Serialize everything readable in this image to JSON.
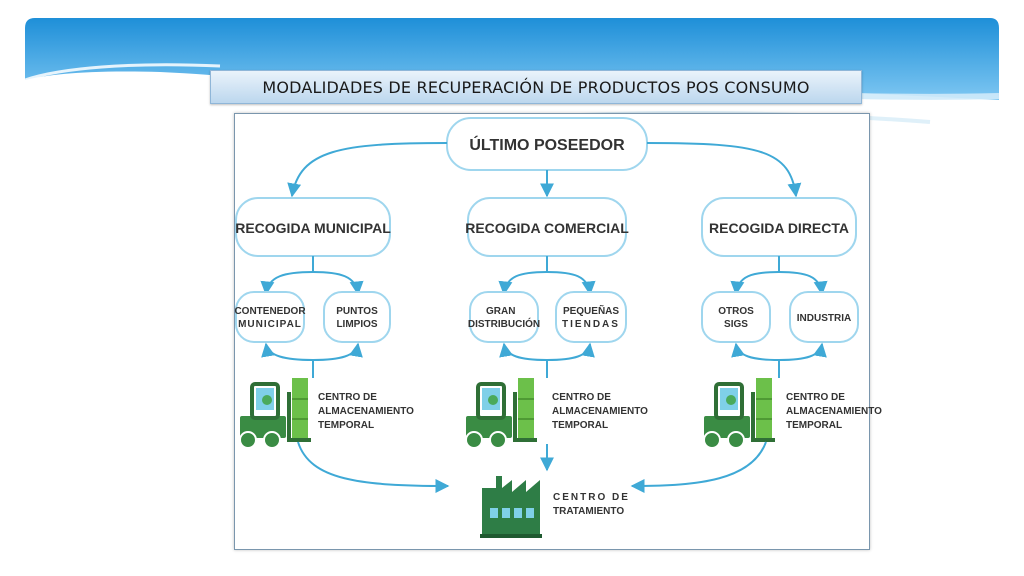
{
  "slide": {
    "title": "MODALIDADES DE RECUPERACIÓN DE PRODUCTOS POS CONSUMO"
  },
  "diagram": {
    "root": "ÚLTIMO POSEEDOR",
    "branches": [
      {
        "label": "RECOGIDA MUNICIPAL",
        "children": [
          [
            "CONTENEDOR",
            "MUNICIPAL"
          ],
          [
            "PUNTOS",
            "LIMPIOS"
          ]
        ]
      },
      {
        "label": "RECOGIDA COMERCIAL",
        "children": [
          [
            "GRAN",
            "DISTRIBUCIÓN"
          ],
          [
            "PEQUEÑAS",
            "TIENDAS"
          ]
        ]
      },
      {
        "label": "RECOGIDA DIRECTA",
        "children": [
          [
            "OTROS",
            "SIGS"
          ],
          [
            "INDUSTRIA"
          ]
        ]
      }
    ],
    "storage_label": [
      "CENTRO DE",
      "ALMACENAMIENTO",
      "TEMPORAL"
    ],
    "treatment_label": [
      "CENTRO DE",
      "TRATAMIENTO"
    ]
  },
  "colors": {
    "arrow": "#3fa9d6",
    "node_border": "#9fd6ee",
    "header_blue": "#1e8fd8",
    "forklift_green": "#3a8c44",
    "box_green": "#6cc04a",
    "factory_green": "#2e7d46",
    "text": "#333333"
  },
  "icons": [
    "forklift-icon",
    "factory-icon"
  ]
}
